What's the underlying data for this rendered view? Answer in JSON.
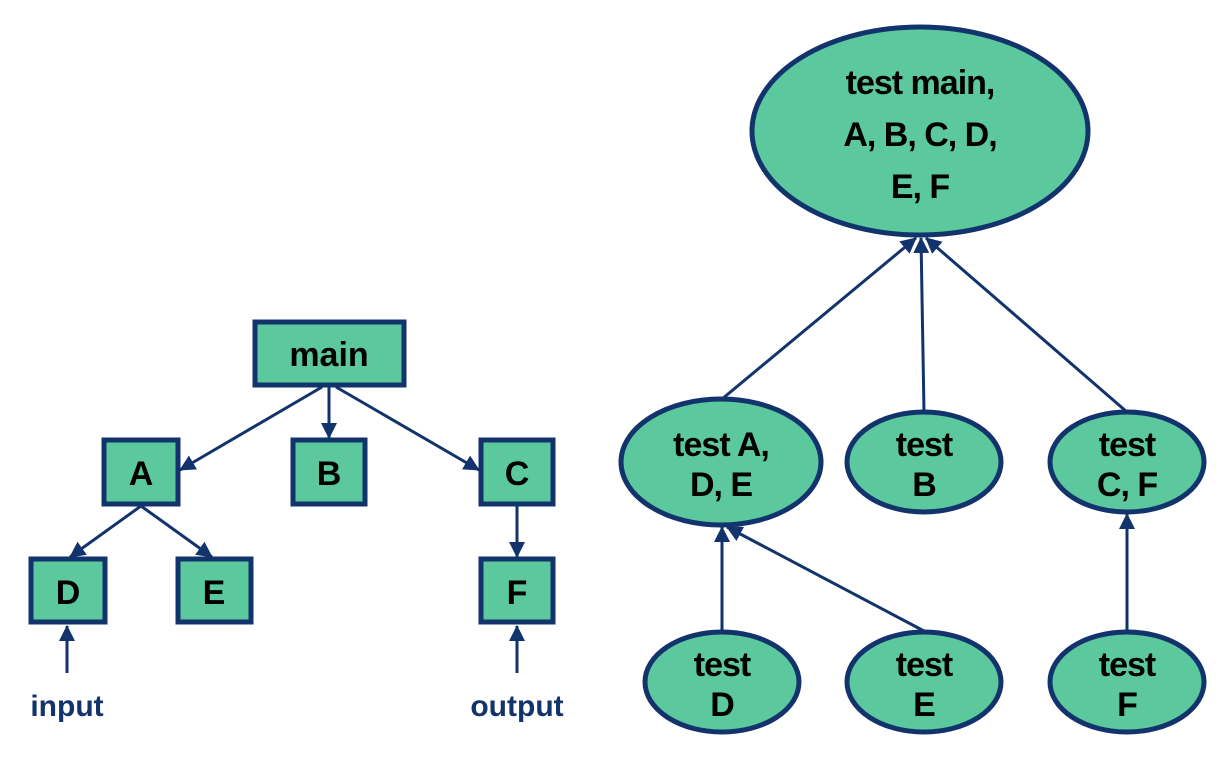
{
  "colors": {
    "node_fill": "#5BC99D",
    "stroke": "#12336B",
    "text": "#000000",
    "io_text": "#12336B"
  },
  "call_graph": {
    "nodes": [
      {
        "id": "main",
        "label": "main"
      },
      {
        "id": "A",
        "label": "A"
      },
      {
        "id": "B",
        "label": "B"
      },
      {
        "id": "C",
        "label": "C"
      },
      {
        "id": "D",
        "label": "D"
      },
      {
        "id": "E",
        "label": "E"
      },
      {
        "id": "F",
        "label": "F"
      }
    ],
    "edges": [
      {
        "from": "main",
        "to": "A"
      },
      {
        "from": "main",
        "to": "B"
      },
      {
        "from": "main",
        "to": "C"
      },
      {
        "from": "A",
        "to": "D"
      },
      {
        "from": "A",
        "to": "E"
      },
      {
        "from": "C",
        "to": "F"
      }
    ],
    "input_label": "input",
    "output_label": "output"
  },
  "test_tree": {
    "nodes": [
      {
        "id": "t_main",
        "lines": [
          "test main,",
          "A, B, C, D,",
          "E, F"
        ]
      },
      {
        "id": "t_ADE",
        "lines": [
          "test A,",
          "D, E"
        ]
      },
      {
        "id": "t_B",
        "lines": [
          "test",
          "B"
        ]
      },
      {
        "id": "t_CF",
        "lines": [
          "test",
          "C, F"
        ]
      },
      {
        "id": "t_D",
        "lines": [
          "test",
          "D"
        ]
      },
      {
        "id": "t_E",
        "lines": [
          "test",
          "E"
        ]
      },
      {
        "id": "t_F",
        "lines": [
          "test",
          "F"
        ]
      }
    ],
    "edges": [
      {
        "from": "t_ADE",
        "to": "t_main"
      },
      {
        "from": "t_B",
        "to": "t_main"
      },
      {
        "from": "t_CF",
        "to": "t_main"
      },
      {
        "from": "t_D",
        "to": "t_ADE"
      },
      {
        "from": "t_E",
        "to": "t_ADE"
      },
      {
        "from": "t_F",
        "to": "t_CF"
      }
    ]
  }
}
